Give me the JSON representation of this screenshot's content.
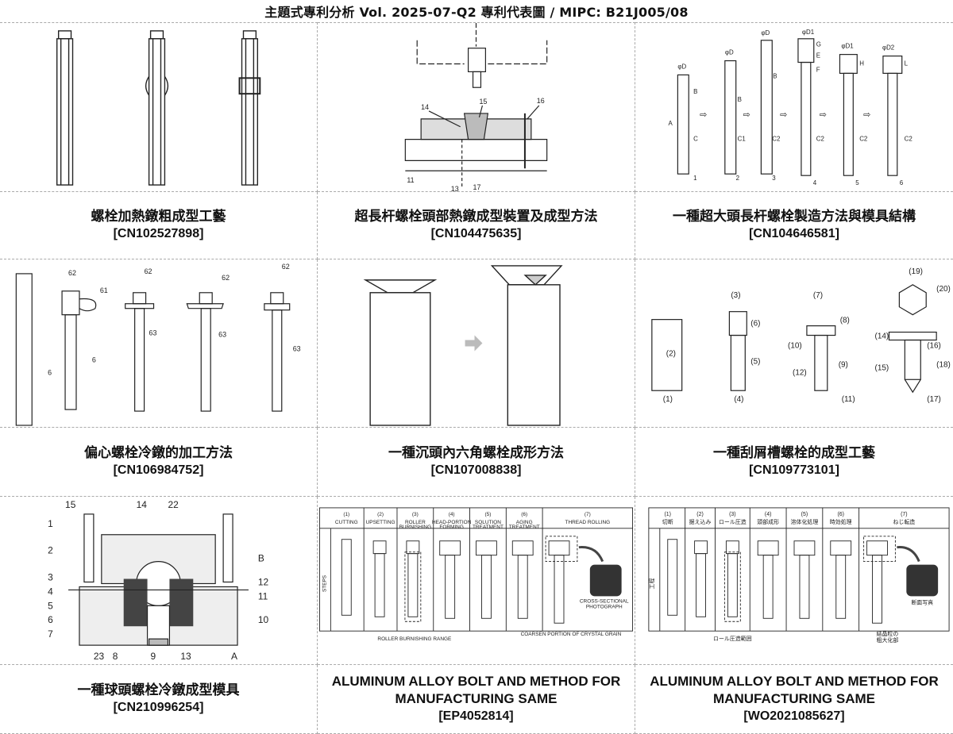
{
  "header": {
    "title": "主題式專利分析  Vol. 2025-07-Q2  專利代表圖  /  MIPC:  B21J005/08"
  },
  "patents": [
    {
      "title": "螺栓加熱鐓粗成型工藝",
      "number": "[CN102527898]"
    },
    {
      "title": "超長杆螺栓頭部熱鐓成型裝置及成型方法",
      "number": "[CN104475635]"
    },
    {
      "title": "一種超大頭長杆螺栓製造方法與模具結構",
      "number": "[CN104646581]"
    },
    {
      "title": "偏心螺栓冷鐓的加工方法",
      "number": "[CN106984752]"
    },
    {
      "title": "一種沉頭內六角螺栓成形方法",
      "number": "[CN107008838]"
    },
    {
      "title": "一種刮屑槽螺栓的成型工藝",
      "number": "[CN109773101]"
    },
    {
      "title": "一種球頭螺栓冷鐓成型模具",
      "number": "[CN210996254]"
    },
    {
      "title": "ALUMINUM ALLOY BOLT AND METHOD FOR MANUFACTURING SAME",
      "number": "[EP4052814]"
    },
    {
      "title": "ALUMINUM ALLOY BOLT AND METHOD FOR MANUFACTURING SAME",
      "number": "[WO2021085627]"
    }
  ],
  "figures": {
    "fig2_labels": [
      "14",
      "15",
      "16",
      "11",
      "13",
      "17"
    ],
    "fig3_labels": [
      "A",
      "B",
      "C",
      "C1",
      "C2",
      "D",
      "D1",
      "D2",
      "E",
      "F",
      "G",
      "H",
      "L",
      "1",
      "2",
      "3",
      "4",
      "5",
      "6"
    ],
    "fig4_labels": [
      "62",
      "61",
      "6",
      "63"
    ],
    "fig6_labels": [
      "(1)",
      "(2)",
      "(3)",
      "(4)",
      "(5)",
      "(6)",
      "(7)",
      "(8)",
      "(9)",
      "(10)",
      "(11)",
      "(12)",
      "(14)",
      "(15)",
      "(16)",
      "(17)",
      "(18)",
      "(19)",
      "(20)"
    ],
    "fig7_labels": [
      "15",
      "14",
      "22",
      "1",
      "2",
      "3",
      "4",
      "5",
      "6",
      "7",
      "B",
      "12",
      "11",
      "10",
      "23",
      "8",
      "9",
      "13",
      "A"
    ],
    "fig8": {
      "steps": [
        "(1) CUTTING",
        "(2) UPSETTING",
        "(3) ROLLER BURNISHING",
        "(4) HEAD-PORTION FORMING",
        "(5) SOLUTION TREATMENT",
        "(6) AGING TREATMENT",
        "(7) THREAD ROLLING"
      ],
      "side": "STEPS",
      "notes": [
        "ROLLER BURNISHING RANGE",
        "COARSEN PORTION OF CRYSTAL GRAIN",
        "CROSS-SECTIONAL PHOTOGRAPH"
      ]
    },
    "fig9": {
      "steps": [
        "(1) 切断",
        "(2) 据え込み",
        "(3) ロール圧造",
        "(4) 頭部成形",
        "(5) 溶体化処理",
        "(6) 時効処理",
        "(7) ねじ転造"
      ],
      "side": "工程",
      "notes": [
        "ロール圧造範囲",
        "結晶粒の粗大化部",
        "断面写真"
      ]
    }
  }
}
